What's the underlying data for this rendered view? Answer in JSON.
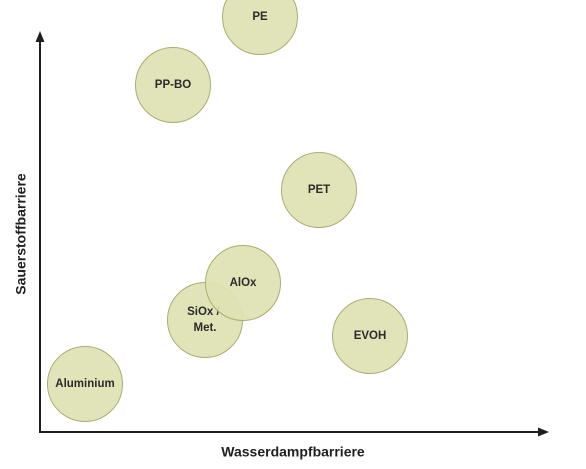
{
  "diagram": {
    "x_axis_label": "Wasserdampfbarriere",
    "y_axis_label": "Sauerstoffbarriere",
    "bubble_color": "#dfe2b3",
    "bubble_stroke": "#a9ae72",
    "axis_color": "#1f1f1f",
    "materials": [
      {
        "id": "pe",
        "label": "PE",
        "lines": [
          "PE"
        ]
      },
      {
        "id": "pp-bo",
        "label": "PP-BO",
        "lines": [
          "PP-BO"
        ]
      },
      {
        "id": "pet",
        "label": "PET",
        "lines": [
          "PET"
        ]
      },
      {
        "id": "siox-met",
        "label": "SiOx / Met.",
        "lines": [
          "SiOx /",
          "Met."
        ]
      },
      {
        "id": "alox",
        "label": "AlOx",
        "lines": [
          "AlOx"
        ]
      },
      {
        "id": "evoh",
        "label": "EVOH",
        "lines": [
          "EVOH"
        ]
      },
      {
        "id": "aluminium",
        "label": "Aluminium",
        "lines": [
          "Aluminium"
        ]
      }
    ]
  }
}
